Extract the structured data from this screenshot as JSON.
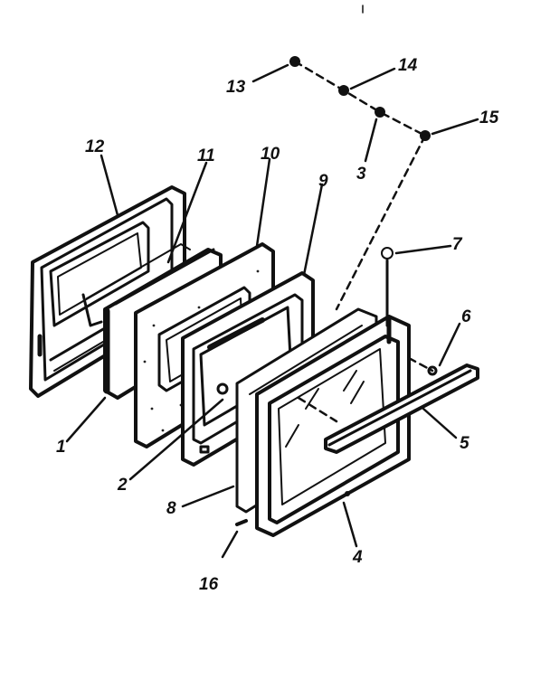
{
  "labels": {
    "p1": "1",
    "p2": "2",
    "p3": "3",
    "p4": "4",
    "p5": "5",
    "p6": "6",
    "p7": "7",
    "p8": "8",
    "p9": "9",
    "p10": "10",
    "p11": "11",
    "p12": "12",
    "p13": "13",
    "p14": "14",
    "p15": "15",
    "p16": "16"
  },
  "colors": {
    "ink": "#111111",
    "background": "#ffffff"
  }
}
